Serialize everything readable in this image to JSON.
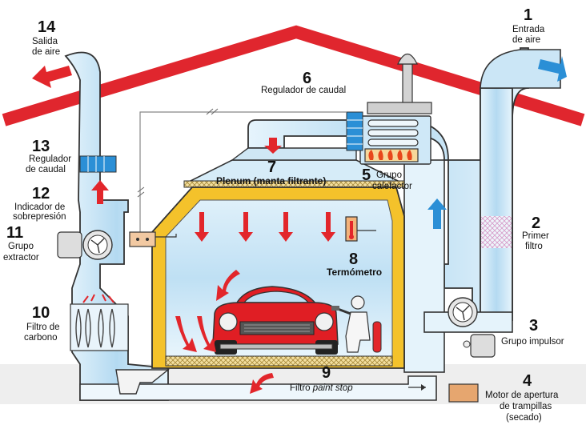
{
  "labels": {
    "l1": {
      "num": "1",
      "lines": [
        "Entrada",
        "de aire"
      ]
    },
    "l2": {
      "num": "2",
      "lines": [
        "Primer",
        "filtro"
      ]
    },
    "l3": {
      "num": "3",
      "lines": [
        "Grupo impulsor"
      ]
    },
    "l4": {
      "num": "4",
      "lines": [
        "Motor de apertura",
        "de trampillas",
        "(secado)"
      ]
    },
    "l5": {
      "num": "5",
      "lines": [
        "Grupo",
        "calefactor"
      ]
    },
    "l6": {
      "num": "6",
      "lines": [
        "Regulador de caudal"
      ]
    },
    "l7": {
      "num": "7",
      "lines": [
        "Plenum (manta filtrante)"
      ]
    },
    "l8": {
      "num": "8",
      "lines": [
        "Termómetro"
      ]
    },
    "l9": {
      "num": "9",
      "line_prefix": "Filtro ",
      "line_italic": "paint stop"
    },
    "l10": {
      "num": "10",
      "lines": [
        "Filtro de",
        "carbono"
      ]
    },
    "l11": {
      "num": "11",
      "lines": [
        "Grupo",
        "extractor"
      ]
    },
    "l12": {
      "num": "12",
      "lines": [
        "Indicador de",
        "sobrepresión"
      ]
    },
    "l13": {
      "num": "13",
      "lines": [
        "Regulador",
        "de caudal"
      ]
    },
    "l14": {
      "num": "14",
      "lines": [
        "Salida",
        "de aire"
      ]
    }
  },
  "colors": {
    "roof": "#e0262e",
    "duct": "#b9dcf2",
    "duct_light": "#e3f2fb",
    "wall": "#f4c22b",
    "arrow_red": "#e2262b",
    "arrow_blue": "#2b8fd6",
    "car": "#e01e24",
    "heater_box": "#f7d79a",
    "motor": "#e6a66f"
  },
  "icons": [
    "roof",
    "air-inlet-duct",
    "supply-fan",
    "exhaust-fan",
    "flow-damper",
    "heater-flames",
    "thermometer",
    "car",
    "painter",
    "carbon-filter",
    "motor-box",
    "paint-stop-filter",
    "pressure-gauge"
  ]
}
